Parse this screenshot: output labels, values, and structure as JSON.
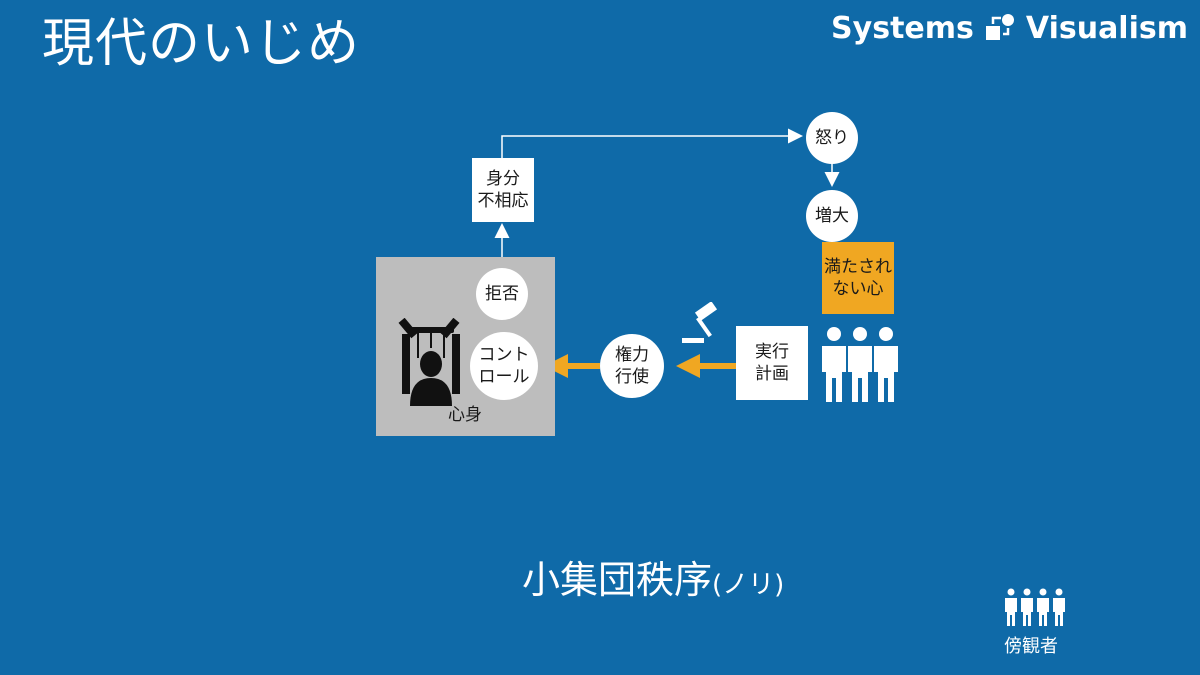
{
  "slide": {
    "title": "現代のいじめ",
    "subtitle_main": "小集団秩序",
    "subtitle_paren": "(ノリ)"
  },
  "brand": {
    "left": "Systems",
    "right": "Visualism"
  },
  "diagram": {
    "nodes": {
      "ikari": "怒り",
      "zoudai": "増大",
      "mitasarenai_1": "満たされ",
      "mitasarenai_2": "ない心",
      "jikkou_1": "実行",
      "jikkou_2": "計画",
      "kenryoku_1": "権力",
      "kenryoku_2": "行使",
      "control_1": "コント",
      "control_2": "ロール",
      "kyohi": "拒否",
      "mibun_1": "身分",
      "mibun_2": "不相応",
      "shinshin": "心身"
    },
    "bystanders_label": "傍観者"
  },
  "colors": {
    "background": "#0f6aa8",
    "accent_orange": "#f0a722",
    "panel_gray": "#bdbdbd"
  },
  "icons": [
    "logo-icon",
    "gavel-icon",
    "group-people-icon",
    "puppet-icon",
    "bystanders-icon"
  ]
}
